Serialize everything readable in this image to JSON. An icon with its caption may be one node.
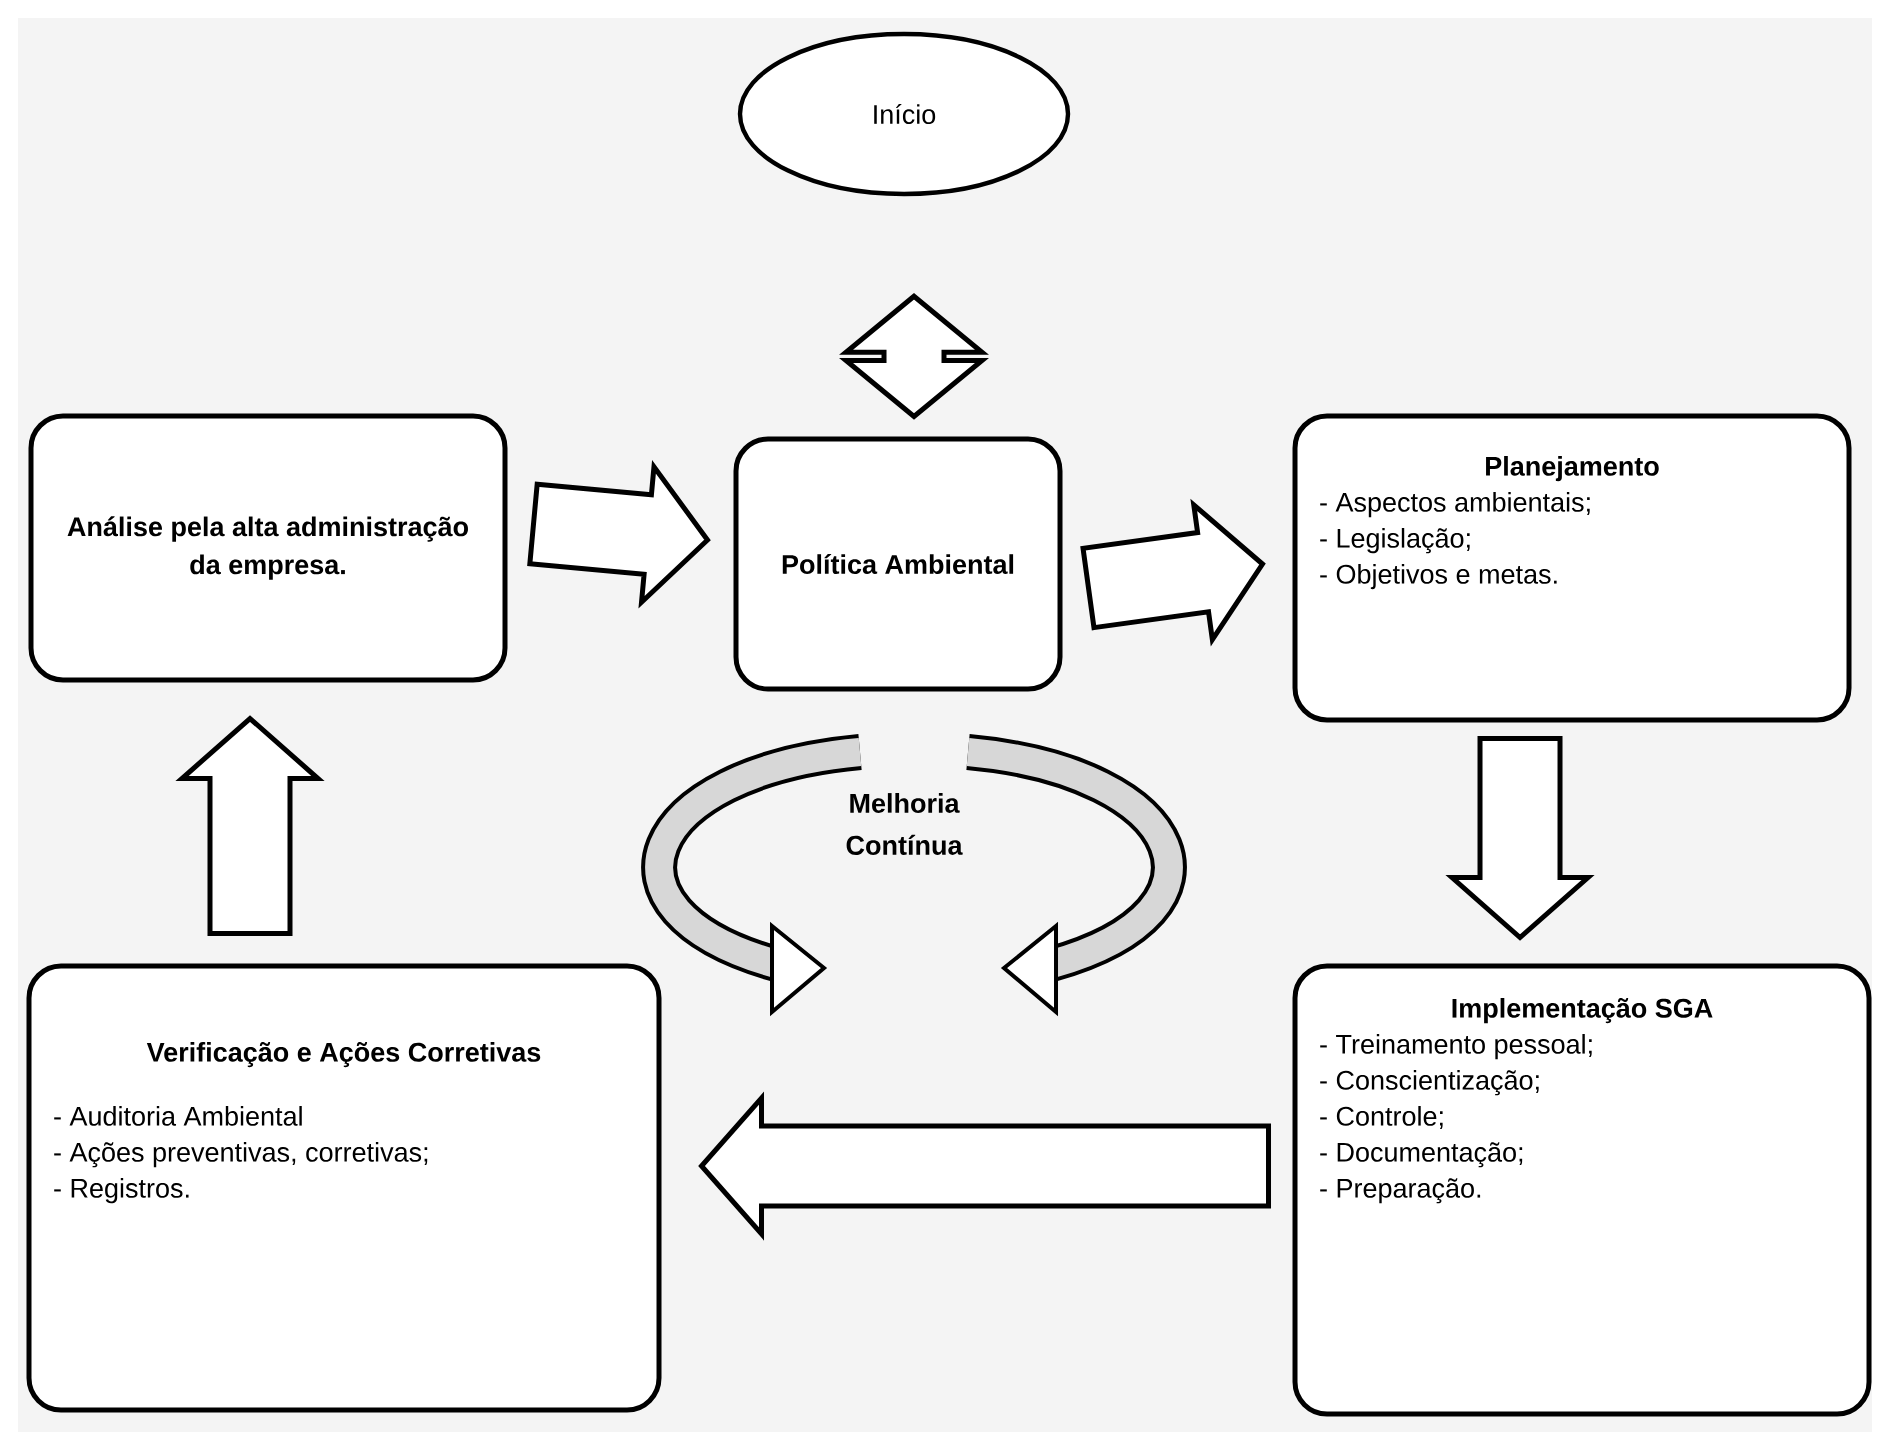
{
  "diagram": {
    "nodes": [
      {
        "text": [
          "Início"
        ]
      },
      {
        "text": [
          "Análise pela alta administração da empresa."
        ]
      },
      {
        "text": [
          "Política Ambiental"
        ]
      },
      {
        "text": [
          "Planejamento",
          "- Aspectos ambientais;",
          "- Legislação;",
          "- Objetivos e metas."
        ]
      },
      {
        "text": [
          "Verificação e Ações Corretivas",
          "- Auditoria Ambiental",
          "- Ações preventivas, corretivas;",
          "- Registros."
        ]
      },
      {
        "text": [
          "Implementação SGA",
          "- Treinamento pessoal;",
          "- Conscientização;",
          "- Controle;",
          "- Documentação;",
          "- Preparação."
        ]
      }
    ],
    "edges": [
      {
        "from": 0,
        "to": 2,
        "arrow": "both"
      },
      {
        "from": 1,
        "to": 2,
        "arrow": "to"
      },
      {
        "from": 2,
        "to": 3,
        "arrow": "to"
      },
      {
        "from": 3,
        "to": 5,
        "arrow": "to"
      },
      {
        "from": 5,
        "to": 4,
        "arrow": "to"
      },
      {
        "from": 4,
        "to": 1,
        "arrow": "to"
      }
    ],
    "labels": [
      "Melhoria Contínua"
    ]
  }
}
